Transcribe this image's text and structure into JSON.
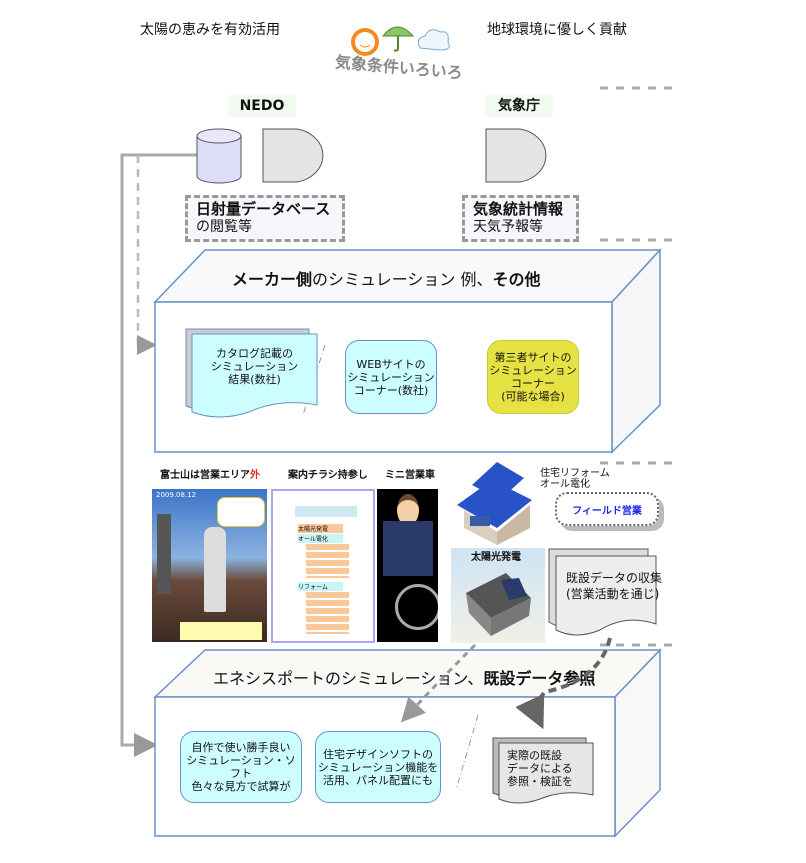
{
  "header": {
    "left_slogan": "太陽の恵みを有効活用",
    "right_slogan": "地球環境に優しく貢献",
    "logo_text": "気象条件いろいろ"
  },
  "sources": {
    "nedo": {
      "label": "NEDO",
      "title": "日射量データベース",
      "sub": "の閲覧等"
    },
    "jma": {
      "label": "気象庁",
      "title": "気象統計情報",
      "sub": "天気予報等"
    }
  },
  "maker_box": {
    "title_bold1": "メーカー側",
    "title_mid": "のシミュレーション 例、",
    "title_bold2": "その他",
    "items": [
      {
        "lines": [
          "カタログ記載の",
          "シミュレーション",
          "結果(数社)"
        ]
      },
      {
        "lines": [
          "WEBサイトの",
          "シミュレーション",
          "コーナー(数社)"
        ]
      },
      {
        "lines": [
          "第三者サイトの",
          "シミュレーション",
          "コーナー",
          "(可能な場合)"
        ]
      }
    ]
  },
  "photos": {
    "fuji_caption_a": "富士山は営業エリア",
    "fuji_caption_b": "外",
    "fuji_date": "2009.08.12",
    "flyer_caption": "案内チラシ持参し",
    "bike_caption": "ミニ営業車",
    "house_caption": [
      "住宅リフォーム",
      "オール電化"
    ],
    "field_sales": "フィールド営業",
    "solar_caption": "太陽光発電",
    "collect_doc": [
      "既設データの収集",
      "(営業活動を通じ)"
    ],
    "flyer_items": [
      "太陽光発電",
      "オール電化",
      "リフォーム"
    ]
  },
  "enesport_box": {
    "title_a": "エネシスポートのシミュレーション、",
    "title_bold": "既設データ参照",
    "items": [
      {
        "lines": [
          "自作で使い勝手良い",
          "シミュレーション・ソフト",
          "色々な見方で試算が"
        ]
      },
      {
        "lines": [
          "住宅デザインソフトの",
          "シミュレーション機能を",
          "活用、パネル配置にも"
        ]
      },
      {
        "lines": [
          "実際の既設",
          "データによる",
          "参照・検証を"
        ]
      }
    ]
  },
  "colors": {
    "cyan": "#ccfdff",
    "yellow": "#e6e244",
    "box_border": "#6a90c8",
    "field_sales_text": "#2222ee",
    "fuji_red": "#e03020"
  }
}
